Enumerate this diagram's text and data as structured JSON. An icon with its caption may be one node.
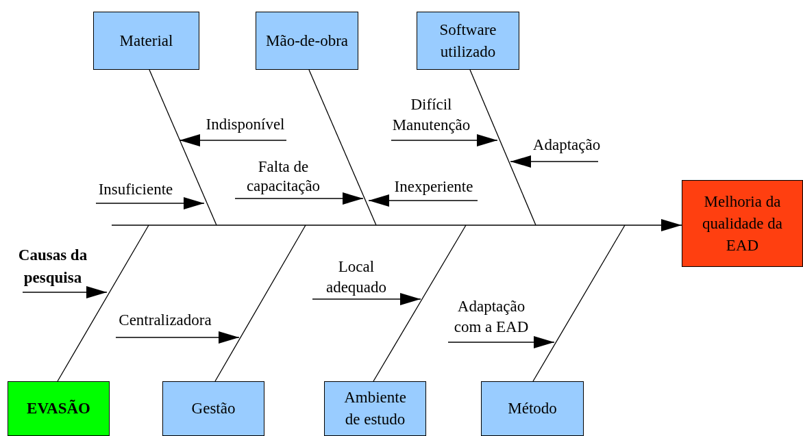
{
  "diagram": {
    "nodes": [
      {
        "text": [
          "Material"
        ]
      },
      {
        "text": [
          "Mão-de-obra"
        ]
      },
      {
        "text": [
          "Software utilizado"
        ]
      },
      {
        "text": [
          "Melhoria da qualidade da EAD"
        ]
      },
      {
        "text": [
          "EVASÃO"
        ]
      },
      {
        "text": [
          "Gestão"
        ]
      },
      {
        "text": [
          "Ambiente de estudo"
        ]
      },
      {
        "text": [
          "Método"
        ]
      },
      {
        "text": [
          "Difícil Manutenção"
        ]
      },
      {
        "text": [
          "Indisponível"
        ]
      },
      {
        "text": [
          "Adaptação"
        ]
      },
      {
        "text": [
          "Falta de capacitação"
        ]
      },
      {
        "text": [
          "Insuficiente"
        ]
      },
      {
        "text": [
          "Inexperiente"
        ]
      },
      {
        "text": [
          "Causas da pesquisa"
        ]
      },
      {
        "text": [
          "Local adequado"
        ]
      },
      {
        "text": [
          "Centralizadora"
        ]
      },
      {
        "text": [
          "Adaptação com a EAD"
        ]
      }
    ],
    "edges": [
      {
        "from": null,
        "to": 3,
        "arrow": "to"
      },
      {
        "from": 0,
        "to": null,
        "arrow": "none"
      },
      {
        "from": 1,
        "to": null,
        "arrow": "none"
      },
      {
        "from": 2,
        "to": null,
        "arrow": "none"
      },
      {
        "from": 4,
        "to": null,
        "arrow": "none"
      },
      {
        "from": 5,
        "to": null,
        "arrow": "none"
      },
      {
        "from": 6,
        "to": null,
        "arrow": "none"
      },
      {
        "from": 7,
        "to": null,
        "arrow": "none"
      },
      {
        "from": 8,
        "to": null,
        "arrow": "to"
      },
      {
        "from": 9,
        "to": null,
        "arrow": "to"
      },
      {
        "from": 10,
        "to": null,
        "arrow": "to"
      },
      {
        "from": 11,
        "to": null,
        "arrow": "to"
      },
      {
        "from": 12,
        "to": null,
        "arrow": "to"
      },
      {
        "from": 13,
        "to": null,
        "arrow": "to"
      },
      {
        "from": 14,
        "to": null,
        "arrow": "to"
      },
      {
        "from": 15,
        "to": null,
        "arrow": "to"
      },
      {
        "from": 16,
        "to": null,
        "arrow": "to"
      },
      {
        "from": 17,
        "to": null,
        "arrow": "to"
      }
    ]
  }
}
